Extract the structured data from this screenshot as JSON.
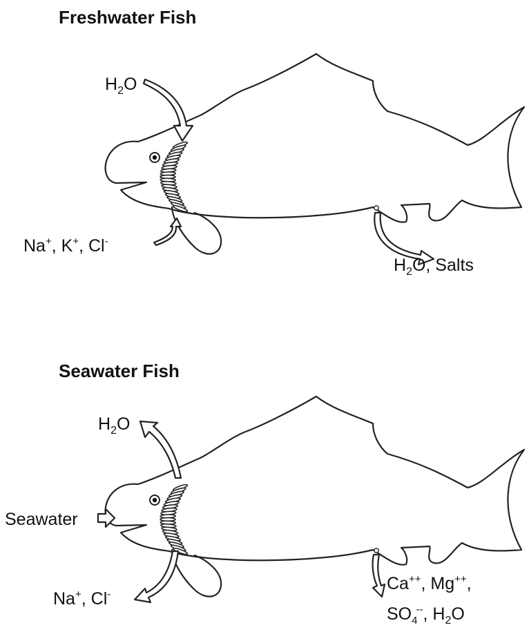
{
  "freshwater": {
    "title": "Freshwater Fish",
    "intake_water": {
      "pre": "H",
      "sub": "2",
      "post": "O"
    },
    "ions_in": [
      {
        "base": "Na",
        "sup": "+"
      },
      {
        "base": "K",
        "sup": "+"
      },
      {
        "base": "Cl",
        "sup": "-"
      }
    ],
    "output": {
      "pre": "H",
      "sub": "2",
      "post": "O, Salts"
    }
  },
  "seawater": {
    "title": "Seawater Fish",
    "water_out": {
      "pre": "H",
      "sub": "2",
      "post": "O"
    },
    "seawater_label": "Seawater",
    "ions_out": [
      {
        "base": "Na",
        "sup": "+"
      },
      {
        "base": "Cl",
        "sup": "-"
      }
    ],
    "excreted_line1": [
      {
        "base": "Ca",
        "sup": "++"
      },
      {
        "base": "Mg",
        "sup": "++"
      }
    ],
    "excreted_line2": {
      "base": "SO",
      "sub": "4",
      "sup": "--",
      "tail_pre": "H",
      "tail_sub": "2",
      "tail_post": "O"
    }
  }
}
